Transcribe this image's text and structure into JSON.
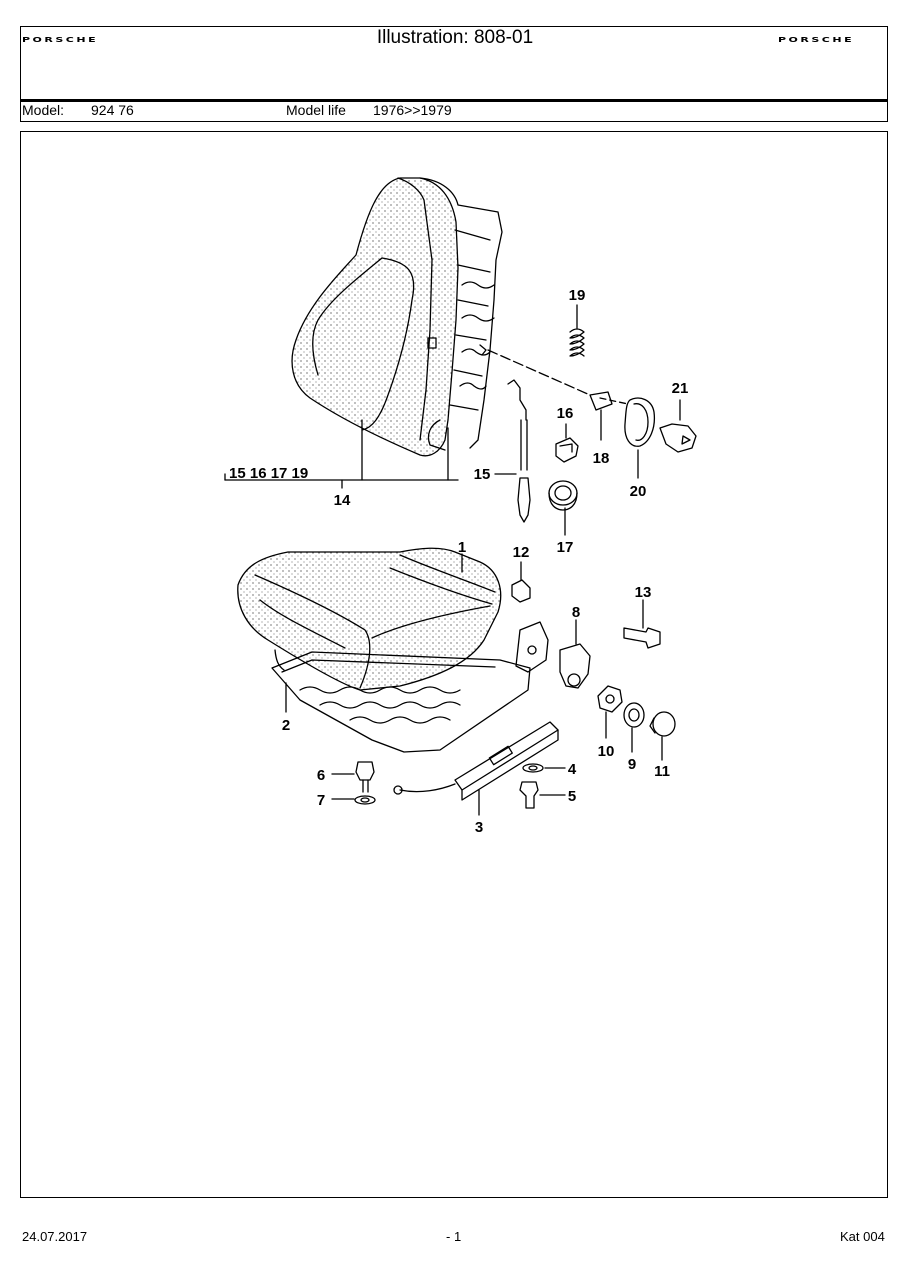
{
  "header": {
    "brand_left": "PORSCHE",
    "brand_right": "PORSCHE",
    "title": "Illustration: 808-01",
    "model_label": "Model:",
    "model_value": "924 76",
    "model_life_label": "Model life",
    "model_life_value": "1976>>1979"
  },
  "callouts": {
    "p1": "1",
    "p2": "2",
    "p3": "3",
    "p4": "4",
    "p5": "5",
    "p6": "6",
    "p7": "7",
    "p8": "8",
    "p9": "9",
    "p10": "10",
    "p11": "11",
    "p12": "12",
    "p13": "13",
    "p14": "14",
    "p15": "15",
    "p16": "16",
    "p17": "17",
    "p18": "18",
    "p19": "19",
    "p20": "20",
    "p21": "21",
    "group14": "15 16 17 19"
  },
  "footer": {
    "date": "24.07.2017",
    "page": "- 1",
    "catalog": "Kat 004"
  }
}
